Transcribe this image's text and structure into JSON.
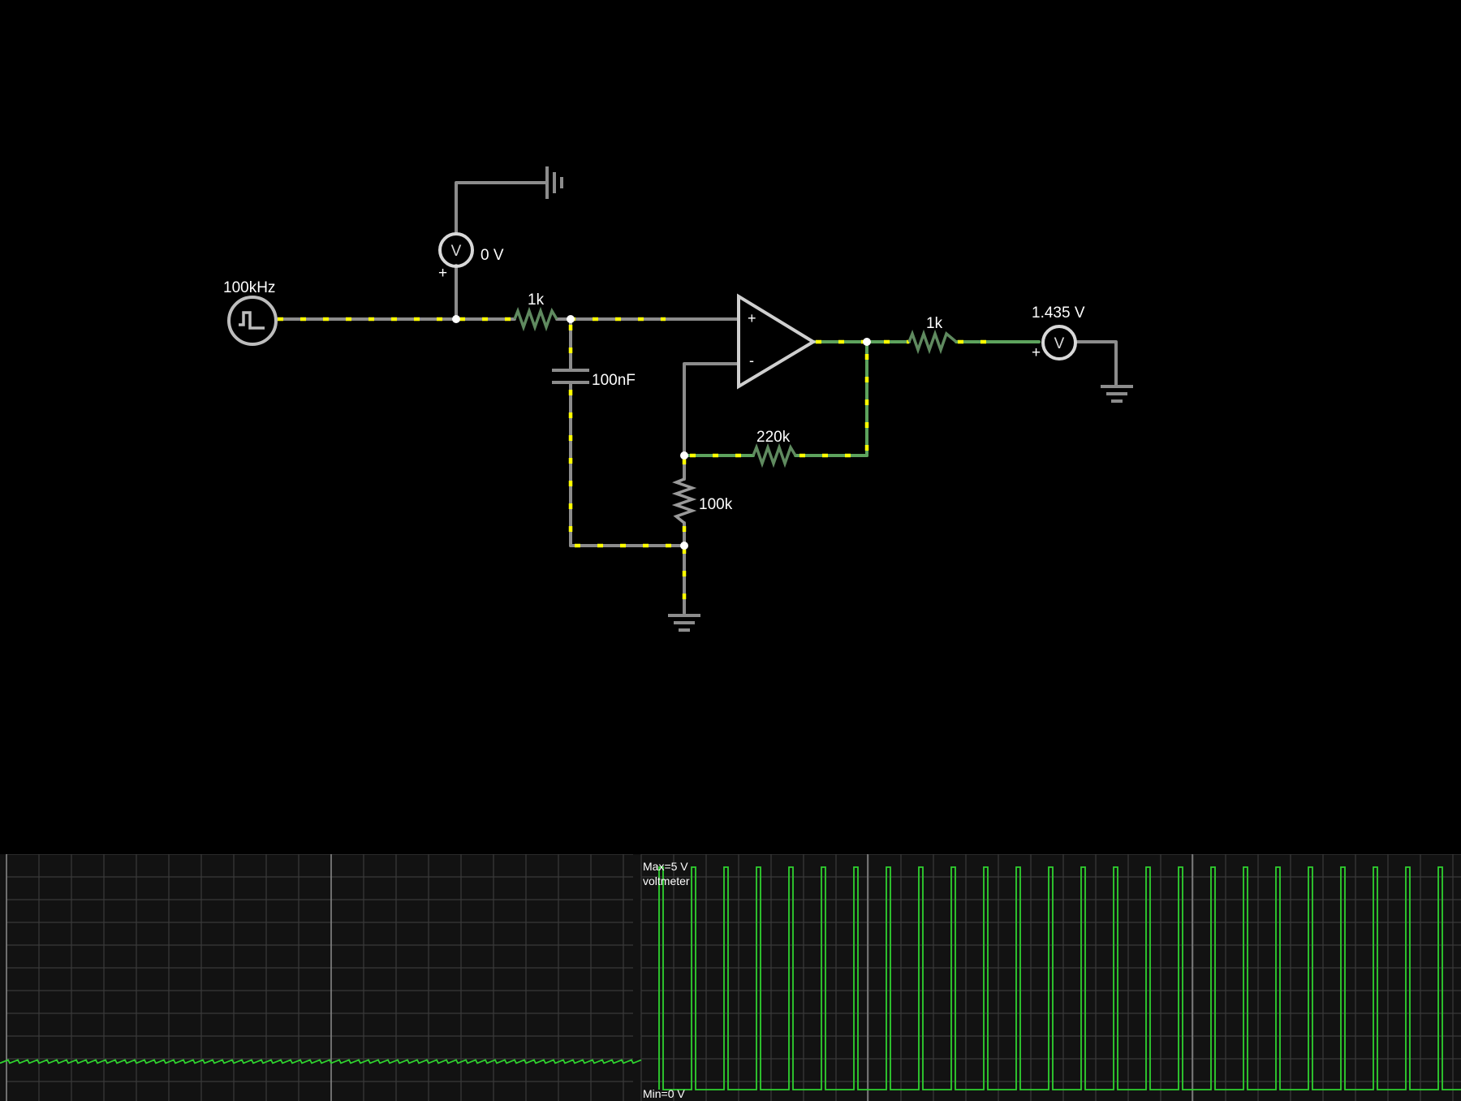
{
  "circuit": {
    "source_label": "100kHz",
    "voltmeter_input_reading": "0 V",
    "voltmeter_output_reading": "1.435 V",
    "input_resistor_label": "1k",
    "capacitor_label": "100nF",
    "feedback_resistor_label": "220k",
    "ground_resistor_label": "100k",
    "output_resistor_label": "1k",
    "meter_symbol": "V",
    "plus_sign": "+",
    "minus_sign": "-",
    "colors": {
      "background": "#000000",
      "wire": "#8c8c8c",
      "wire_high": "#5da35d",
      "current_dots": "#ffff00",
      "component": "#bdbdbd"
    },
    "icons": [
      "square-wave-source-icon",
      "voltmeter-icon",
      "ground-icon",
      "op-amp-icon",
      "resistor-icon",
      "capacitor-icon"
    ]
  },
  "scopes": {
    "right_scope": {
      "max_label": "Max=5 V",
      "name_label": "voltmeter",
      "min_label": "Min=0 V",
      "trace_max_v": 5,
      "trace_min_v": 0,
      "pulse_count": 25
    },
    "left_scope": {
      "trace_level_fraction": 0.11
    },
    "colors": {
      "scope_background": "#121212",
      "trace": "#2fd12f"
    }
  }
}
